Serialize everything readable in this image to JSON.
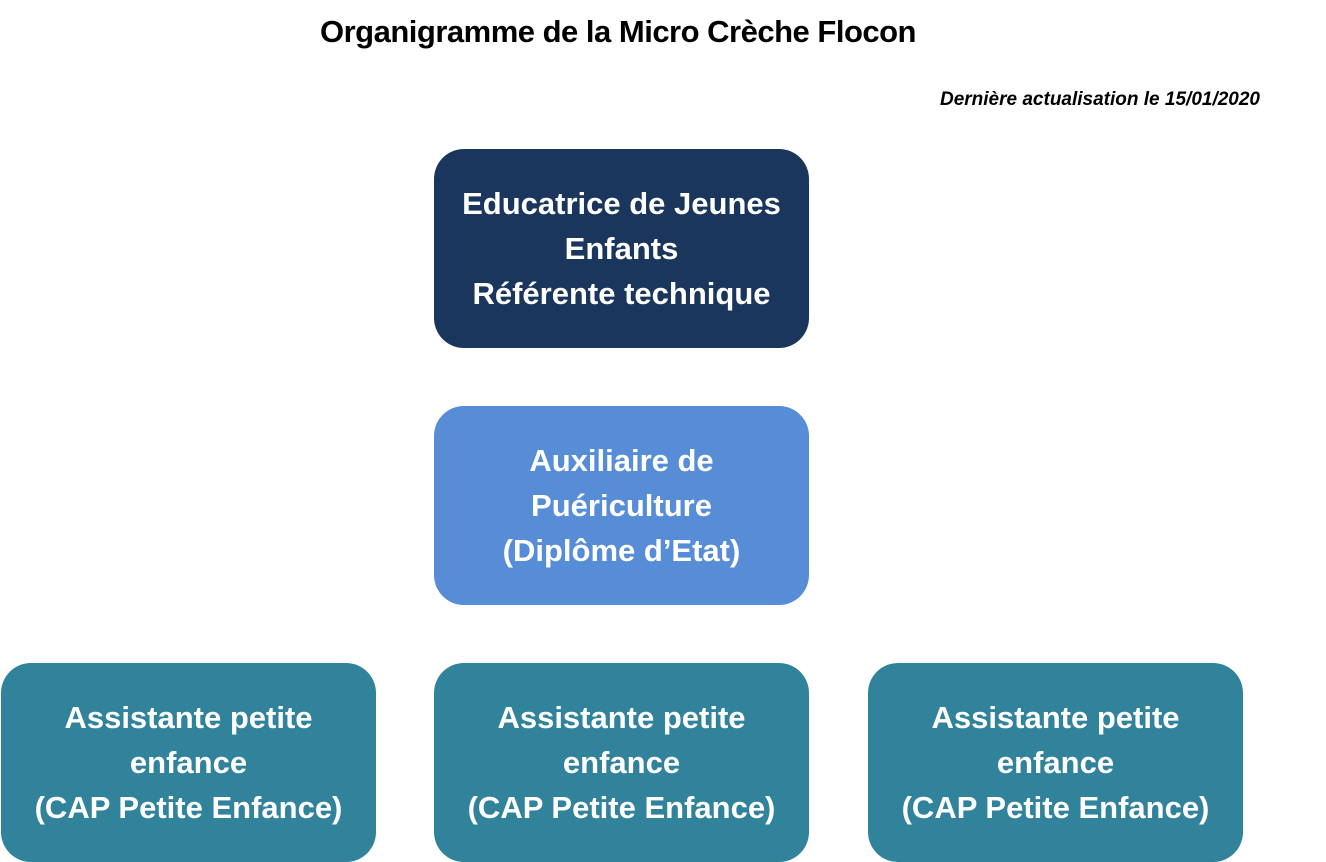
{
  "title": "Organigramme de la Micro Crèche Flocon",
  "last_update": "Dernière actualisation le 15/01/2020",
  "boxes": {
    "director": {
      "lines": [
        "Educatrice de Jeunes",
        "Enfants",
        "Référente technique"
      ],
      "color": "#1b365c"
    },
    "auxiliary": {
      "lines": [
        "Auxiliaire de",
        "Puériculture",
        "(Diplôme d’Etat)"
      ],
      "color": "#568dd6"
    },
    "assistants": [
      {
        "lines": [
          "Assistante petite",
          "enfance",
          "(CAP Petite Enfance)"
        ],
        "color": "#31839b"
      },
      {
        "lines": [
          "Assistante petite",
          "enfance",
          "(CAP Petite Enfance)"
        ],
        "color": "#31839b"
      },
      {
        "lines": [
          "Assistante petite",
          "enfance",
          "(CAP Petite Enfance)"
        ],
        "color": "#31839b"
      }
    ]
  }
}
